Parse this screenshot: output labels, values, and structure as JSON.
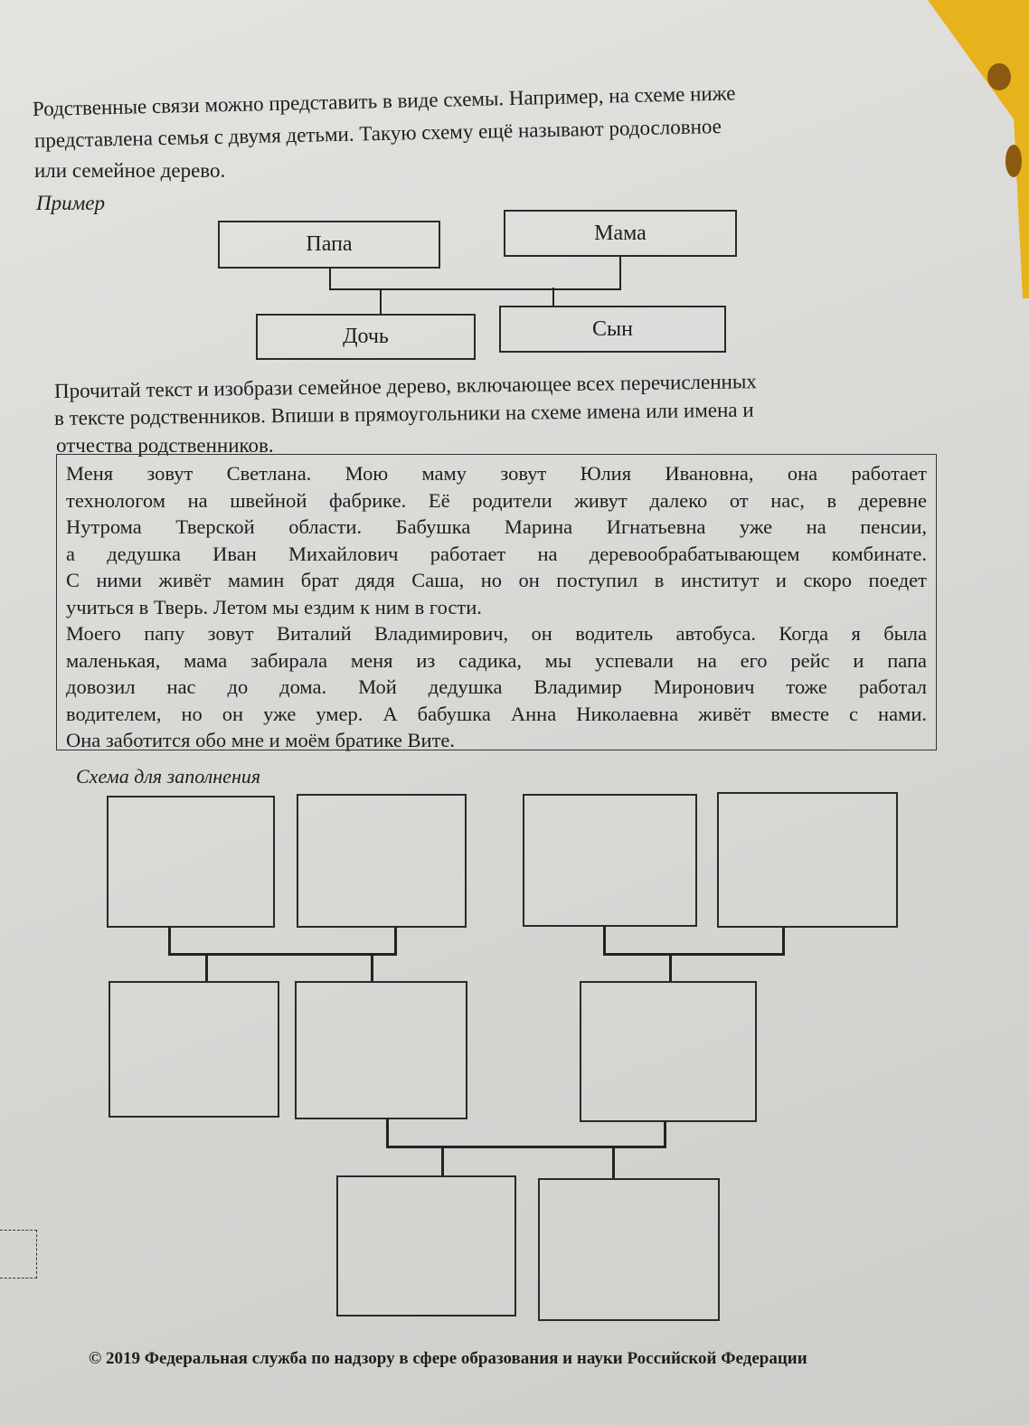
{
  "intro": {
    "lines": [
      "Родственные связи можно представить в виде схемы. Например, на схеме ниже",
      "представлена семья с двумя детьми. Такую схему ещё называют родословное",
      "или семейное дерево."
    ],
    "example_label": "Пример"
  },
  "example_tree": {
    "father": "Папа",
    "mother": "Мама",
    "daughter": "Дочь",
    "son": "Сын"
  },
  "task": {
    "lines": [
      "Прочитай текст и изобрази семейное дерево, включающее всех перечисленных",
      "в тексте родственников. Впиши в прямоугольники на схеме имена или имена и",
      "отчества родственников."
    ]
  },
  "story": {
    "lines": [
      "Меня зовут Светлана. Мою маму зовут Юлия Ивановна, она работает",
      "технологом на швейной фабрике. Её родители живут далеко от нас, в деревне",
      "Нутрома Тверской области. Бабушка Марина Игнатьевна уже на пенсии,",
      "а дедушка Иван Михайлович работает на деревообрабатывающем комбинате.",
      "С ними живёт мамин брат дядя Саша, но он поступил в институт и скоро поедет",
      "учиться в Тверь. Летом мы ездим к ним в гости.",
      "Моего папу зовут Виталий Владимирович, он водитель автобуса. Когда я была",
      "маленькая, мама забирала меня из садика, мы успевали на его рейс и папа",
      "довозил нас до дома. Мой дедушка Владимир Миронович тоже работал",
      "водителем, но он уже умер. А бабушка Анна Николаевна живёт вместе с нами.",
      "Она заботится обо мне и моём братике Вите."
    ]
  },
  "scheme_label": "Схема для заполнения",
  "footer": "© 2019 Федеральная служба по надзору в сфере образования и науки Российской Федерации"
}
